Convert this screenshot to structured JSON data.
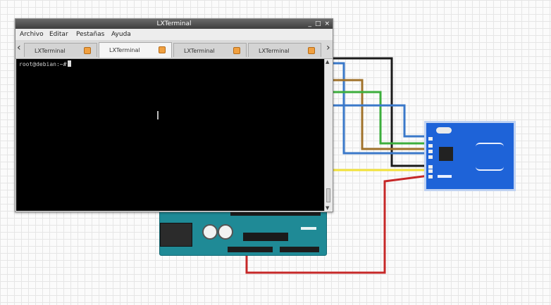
{
  "window": {
    "title": "LXTerminal",
    "controls": {
      "minimize": "_",
      "maximize": "□",
      "close": "×"
    }
  },
  "menu": {
    "items": [
      "Archivo",
      "Editar",
      "Pestañas",
      "Ayuda"
    ]
  },
  "tabs": {
    "items": [
      {
        "label": "LXTerminal",
        "active": false
      },
      {
        "label": "LXTerminal",
        "active": true
      },
      {
        "label": "LXTerminal",
        "active": false
      },
      {
        "label": "LXTerminal",
        "active": false
      }
    ],
    "scroll_left": "‹",
    "scroll_right": "›"
  },
  "terminal": {
    "prompt": "root@debian:~#",
    "background": "#000000"
  },
  "scrollbar": {
    "up": "▲",
    "down": "▼"
  },
  "colors": {
    "wire_black": "#1a1a1a",
    "wire_blue": "#3a78c9",
    "wire_brown": "#a0722a",
    "wire_green": "#3cae3c",
    "wire_yellow": "#f2e23a",
    "wire_red": "#c62828",
    "arduino": "#1f8a96",
    "rfid_module": "#1e63d8"
  },
  "icons": {
    "tab_close": "tab-close-icon",
    "ibeam": "text-cursor-icon"
  }
}
